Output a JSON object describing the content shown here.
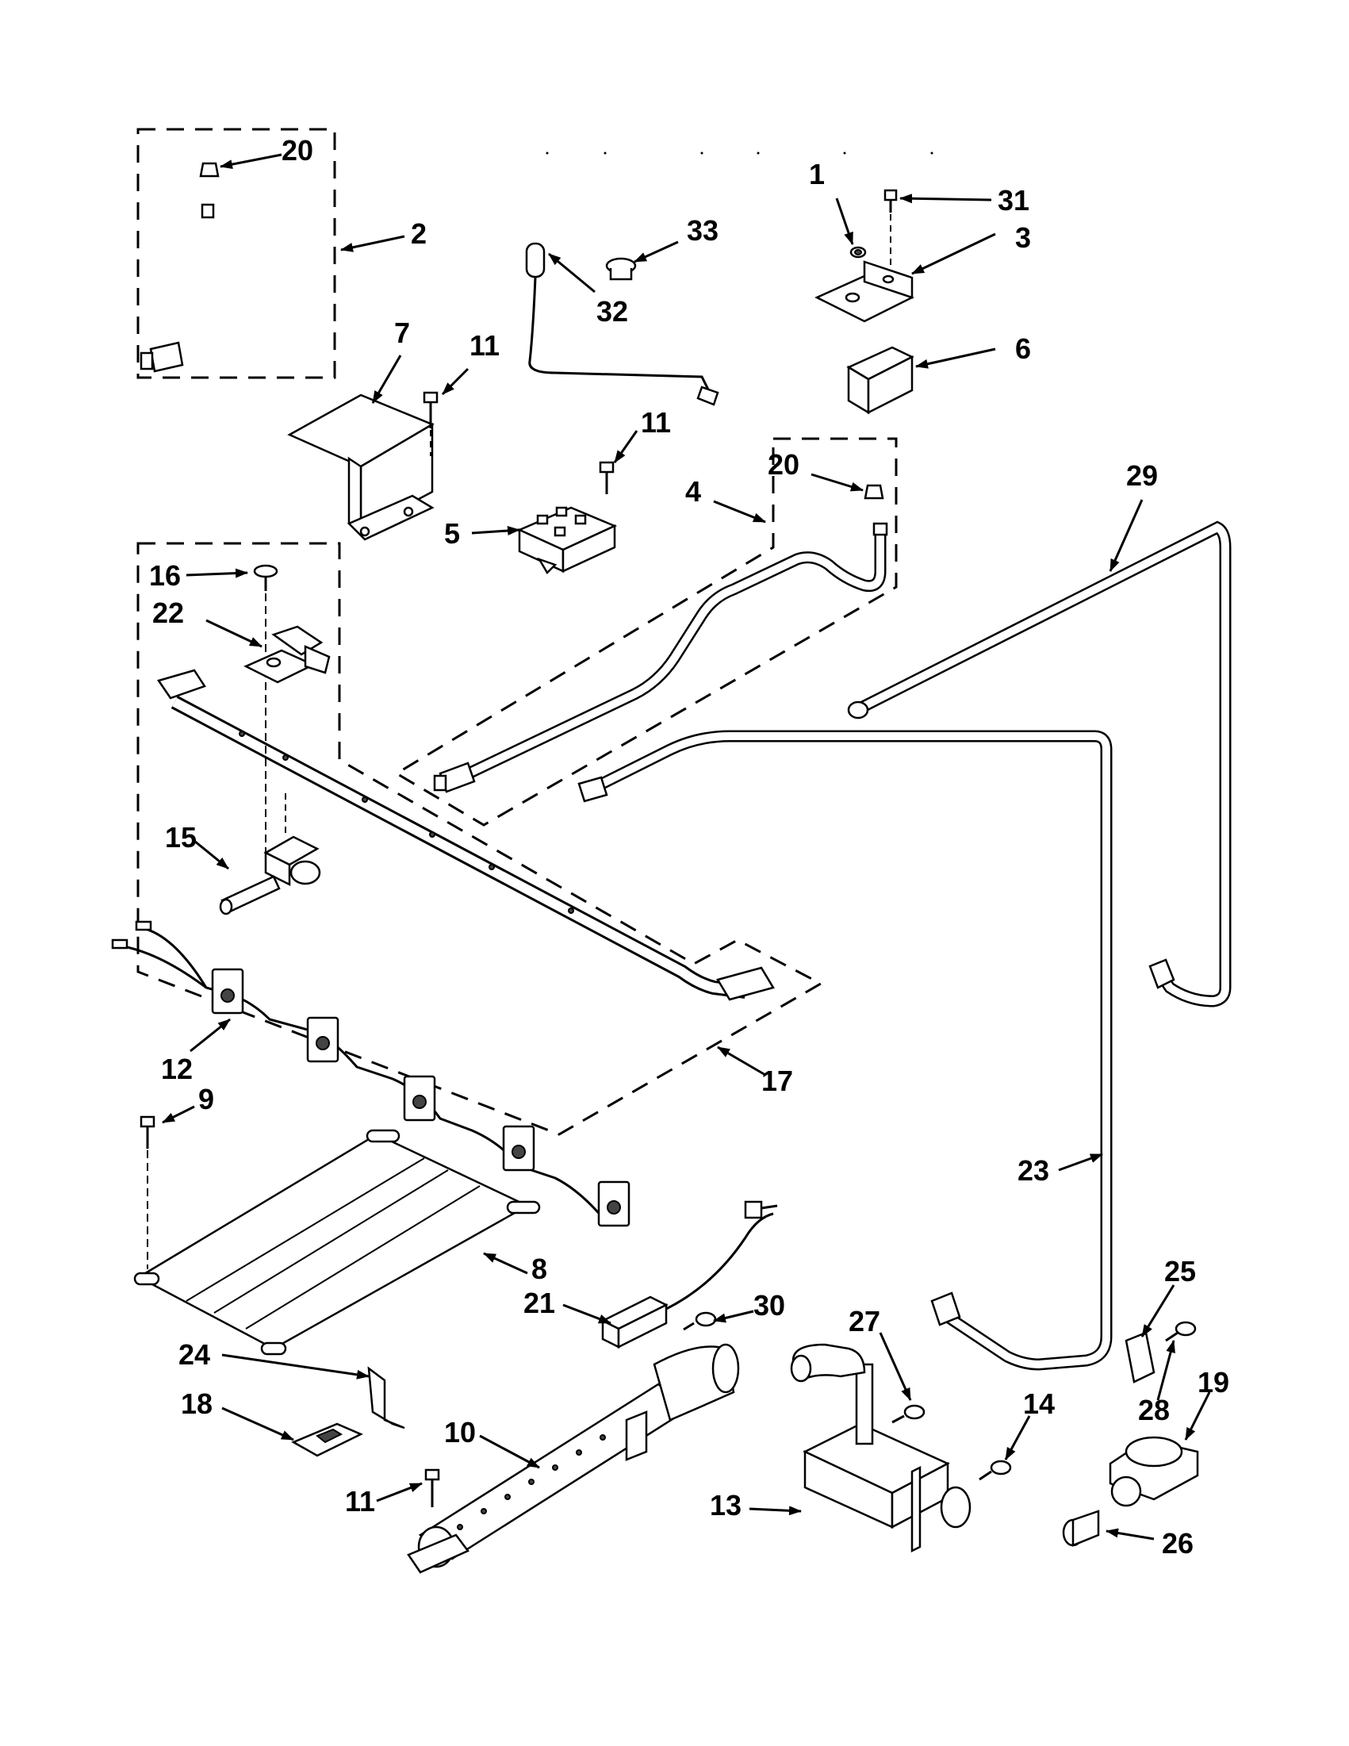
{
  "diagram": {
    "callouts": [
      {
        "id": "c20a",
        "label": "20"
      },
      {
        "id": "c2",
        "label": "2"
      },
      {
        "id": "c33",
        "label": "33"
      },
      {
        "id": "c32",
        "label": "32"
      },
      {
        "id": "c1",
        "label": "1"
      },
      {
        "id": "c31",
        "label": "31"
      },
      {
        "id": "c3",
        "label": "3"
      },
      {
        "id": "c6",
        "label": "6"
      },
      {
        "id": "c7",
        "label": "7"
      },
      {
        "id": "c11a",
        "label": "11"
      },
      {
        "id": "c11b",
        "label": "11"
      },
      {
        "id": "c5",
        "label": "5"
      },
      {
        "id": "c4",
        "label": "4"
      },
      {
        "id": "c20b",
        "label": "20"
      },
      {
        "id": "c29",
        "label": "29"
      },
      {
        "id": "c16",
        "label": "16"
      },
      {
        "id": "c22",
        "label": "22"
      },
      {
        "id": "c15",
        "label": "15"
      },
      {
        "id": "c12",
        "label": "12"
      },
      {
        "id": "c9",
        "label": "9"
      },
      {
        "id": "c17",
        "label": "17"
      },
      {
        "id": "c23",
        "label": "23"
      },
      {
        "id": "c8",
        "label": "8"
      },
      {
        "id": "c21",
        "label": "21"
      },
      {
        "id": "c30",
        "label": "30"
      },
      {
        "id": "c25",
        "label": "25"
      },
      {
        "id": "c27",
        "label": "27"
      },
      {
        "id": "c24",
        "label": "24"
      },
      {
        "id": "c18",
        "label": "18"
      },
      {
        "id": "c10",
        "label": "10"
      },
      {
        "id": "c14",
        "label": "14"
      },
      {
        "id": "c19",
        "label": "19"
      },
      {
        "id": "c28",
        "label": "28"
      },
      {
        "id": "c11c",
        "label": "11"
      },
      {
        "id": "c13",
        "label": "13"
      },
      {
        "id": "c26",
        "label": "26"
      }
    ]
  }
}
